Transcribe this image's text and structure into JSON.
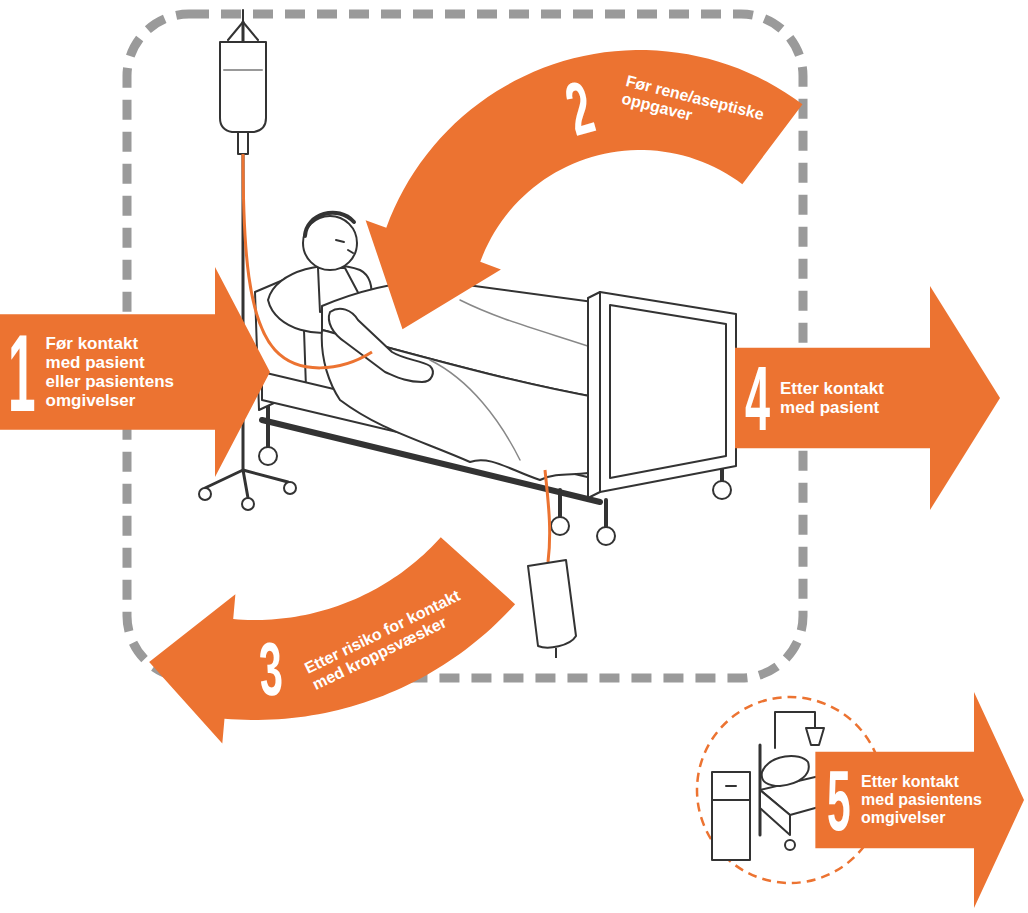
{
  "diagram": {
    "nodes": [
      {
        "text": [
          "1",
          "Før kontakt med pasient eller pasientens omgivelser"
        ]
      },
      {
        "text": [
          "2",
          "Før rene/aseptiske oppgaver"
        ]
      },
      {
        "text": [
          "3",
          "Etter risiko for kontakt med kroppsvæsker"
        ]
      },
      {
        "text": [
          "4",
          "Etter kontakt med pasient"
        ]
      },
      {
        "text": [
          "5",
          "Etter kontakt med pasientens omgivelser"
        ]
      }
    ]
  }
}
